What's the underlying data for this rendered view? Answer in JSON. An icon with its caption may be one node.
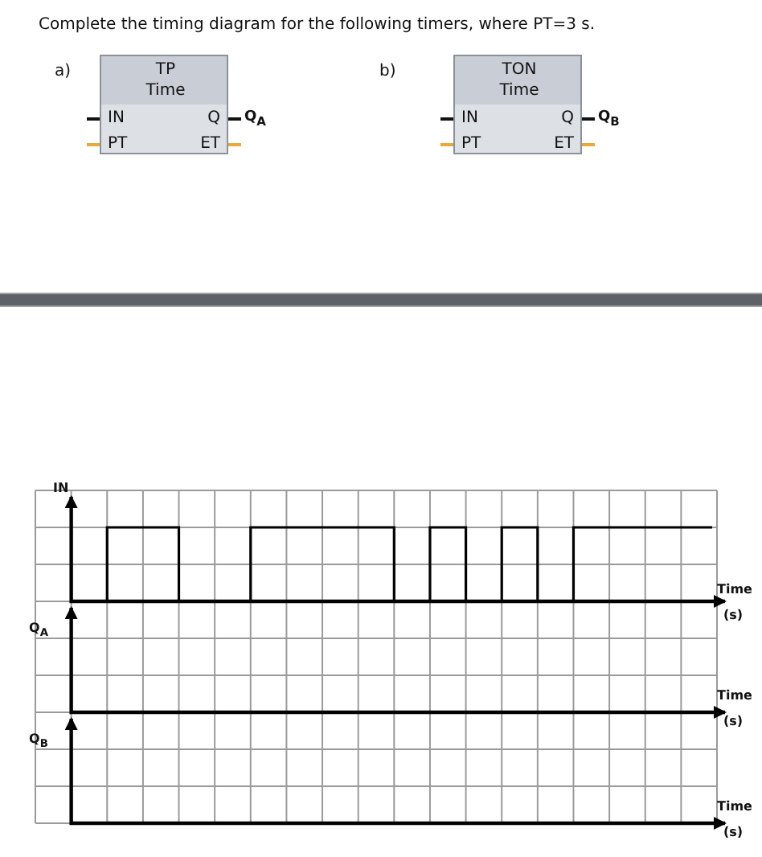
{
  "diagram": {
    "title": "Complete the timing diagram for the following timers, where PT=3 s.",
    "nodes": [
      {
        "text": [
          "TP",
          "Time",
          "IN",
          "PT",
          "Q",
          "ET"
        ],
        "beside": [
          "Q$_{A}$"
        ]
      },
      {
        "text": [
          "TON",
          "Time",
          "IN",
          "PT",
          "Q",
          "ET"
        ],
        "beside": [
          "Q$_{B}$"
        ]
      }
    ],
    "labels": [
      "a)",
      "b)",
      "IN",
      "Time",
      "(s)",
      "Q$_{A}$",
      "Time",
      "(s)",
      "Q$_{B}$",
      "Time",
      "(s)"
    ]
  }
}
